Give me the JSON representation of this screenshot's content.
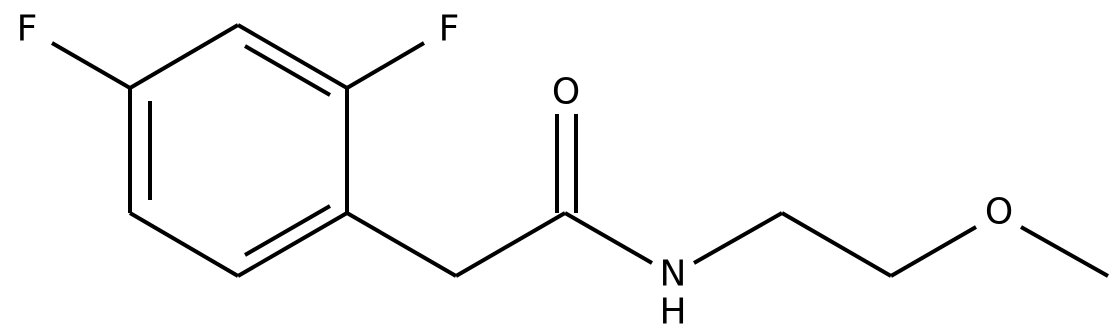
{
  "molecule": {
    "atoms": {
      "f_left": "F",
      "f_top": "F",
      "o_carbonyl": "O",
      "n_amide": "N",
      "h_amide": "H",
      "o_ether": "O"
    }
  }
}
